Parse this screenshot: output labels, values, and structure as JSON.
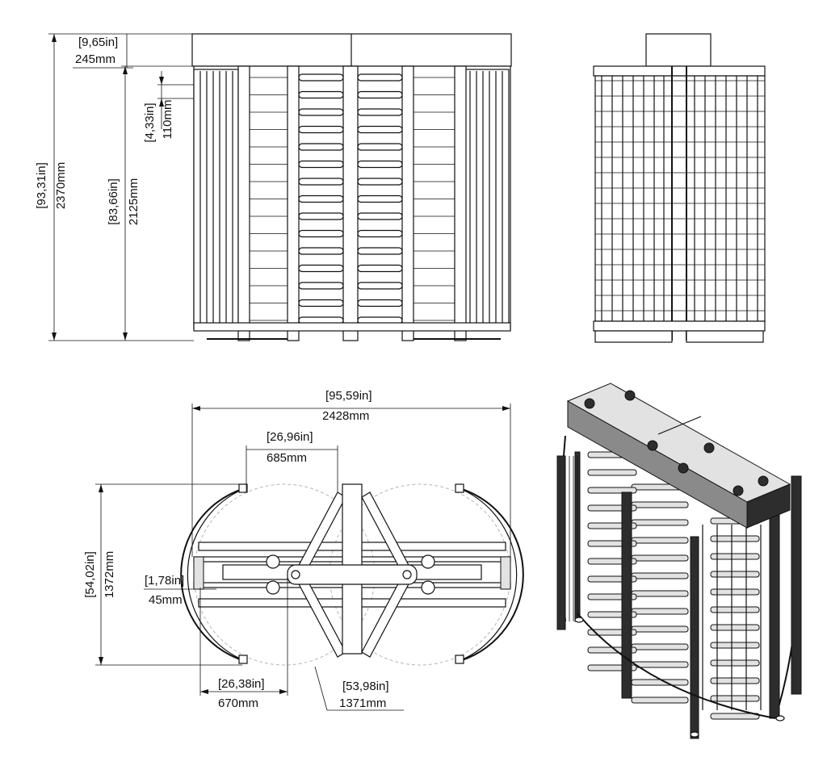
{
  "front_view": {
    "overall_height": {
      "imperial": "[93,31in]",
      "metric": "2370mm"
    },
    "frame_height": {
      "imperial": "[83,66in]",
      "metric": "2125mm"
    },
    "top_cap": {
      "imperial": "[9,65in]",
      "metric": "245mm"
    },
    "arm_spacing": {
      "imperial": "[4,33in]",
      "metric": "110mm"
    }
  },
  "top_view": {
    "overall_width": {
      "imperial": "[95,59in]",
      "metric": "2428mm"
    },
    "overall_depth": {
      "imperial": "[54,02in]",
      "metric": "1372mm"
    },
    "rotor_radius": {
      "imperial": "[26,96in]",
      "metric": "685mm"
    },
    "passage_width": {
      "imperial": "[26,38in]",
      "metric": "670mm"
    },
    "rotor_diameter": {
      "imperial": "[53,98in]",
      "metric": "1371mm"
    },
    "post_offset": {
      "imperial": "[1,78in]",
      "metric": "45mm"
    }
  }
}
